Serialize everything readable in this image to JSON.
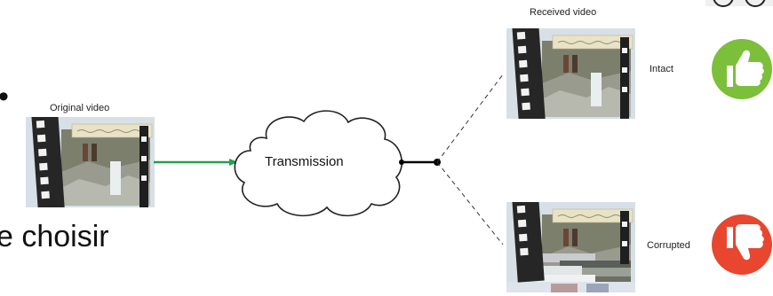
{
  "labels": {
    "original": "Original video",
    "received": "Received video",
    "transmission": "Transmission",
    "intact": "Intact",
    "corrupted": "Corrupted"
  },
  "background_text": {
    "bullet": "•",
    "fragment": "e choisir"
  },
  "icons": {
    "intact": "thumbs-up-icon",
    "corrupted": "thumbs-down-icon"
  },
  "colors": {
    "arrow": "#22a04b",
    "cloud_stroke": "#222222",
    "thumbs_up": "#7cbf3a",
    "thumbs_down": "#e8462f",
    "caption_bg": "#e9e3c4"
  }
}
